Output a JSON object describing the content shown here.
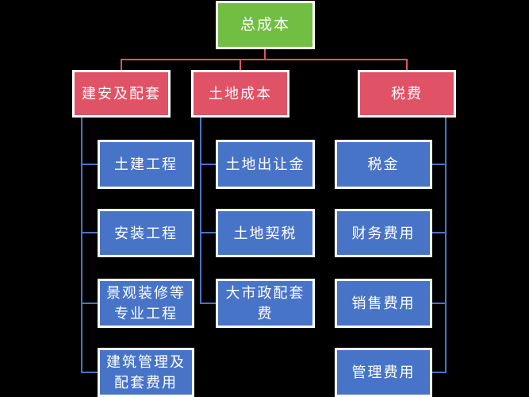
{
  "diagram": {
    "title": "cost-breakdown-org-chart",
    "root": {
      "label": "总成本"
    },
    "branches": [
      {
        "label": "建安及配套",
        "children": [
          "土建工程",
          "安装工程",
          "景观装修等\n专业工程",
          "建筑管理及\n配套费用"
        ]
      },
      {
        "label": "土地成本",
        "children": [
          "土地出让金",
          "土地契税",
          "大市政配套\n费"
        ]
      },
      {
        "label": "税费",
        "children": [
          "税金",
          "财务费用",
          "销售费用",
          "管理费用"
        ]
      }
    ],
    "colors": {
      "background": "#000000",
      "root_fill": "#72BE43",
      "branch_fill": "#E05265",
      "child_fill": "#4874C8",
      "connector_red": "#E05265",
      "connector_blue": "#4874C8",
      "node_border": "#FFFFFF",
      "text": "#FFFFFF"
    }
  }
}
